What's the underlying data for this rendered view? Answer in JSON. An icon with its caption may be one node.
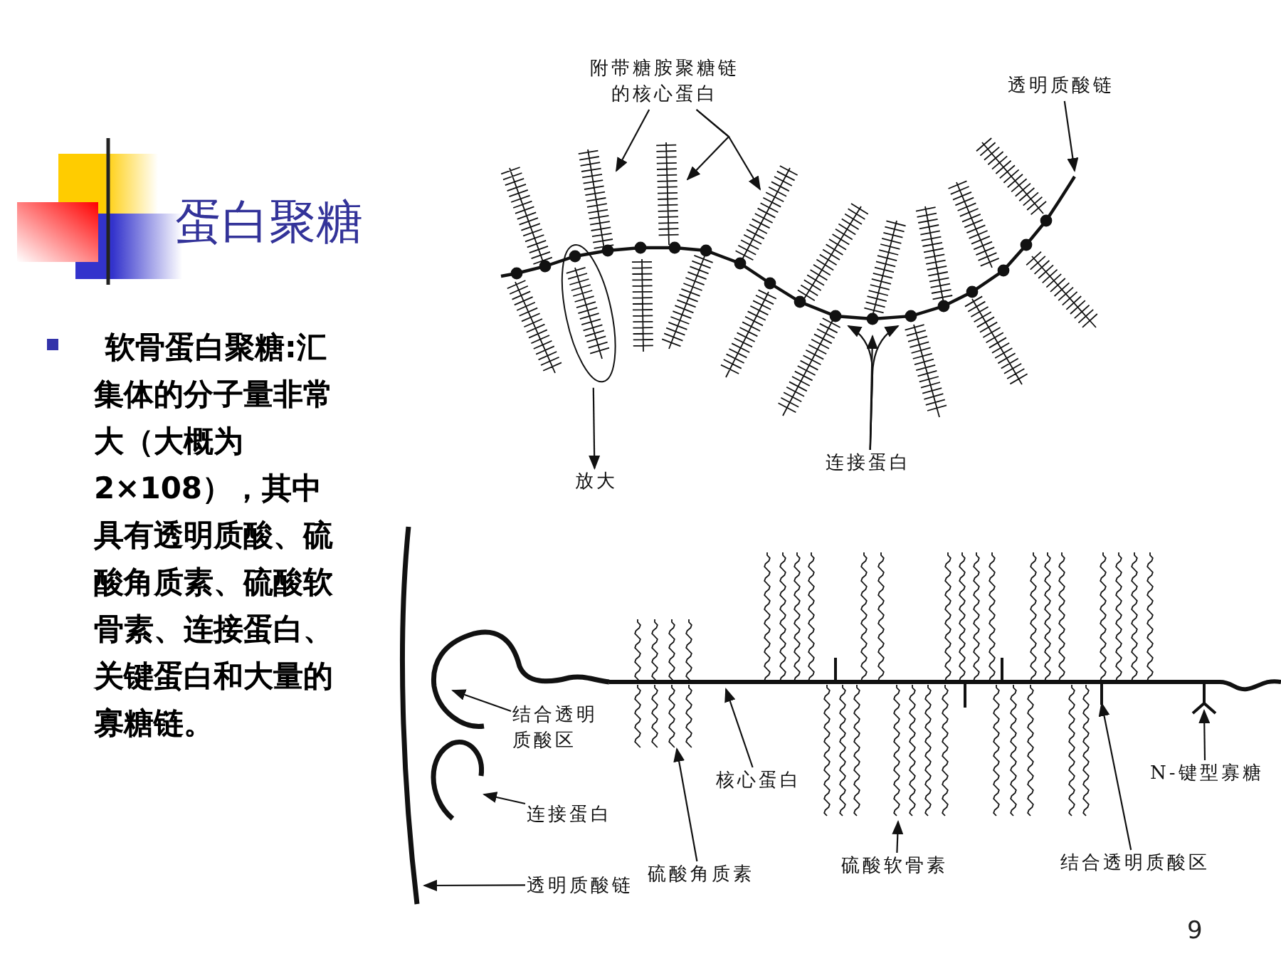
{
  "diagram": {
    "title": "蛋白聚糖",
    "nodes": [
      {
        "text": [
          "附带糖胺聚糖链的核心蛋白"
        ]
      },
      {
        "text": [
          "透明质酸链"
        ]
      },
      {
        "text": [],
        "shape": "picture"
      },
      {
        "text": [],
        "shape": "ellipse",
        "in": 2
      },
      {
        "text": [
          "放大"
        ]
      },
      {
        "text": [
          "连接蛋白"
        ]
      },
      {
        "text": [
          "结合透明质酸区"
        ]
      },
      {
        "text": [
          "连接蛋白"
        ]
      },
      {
        "text": [
          "透明质酸链"
        ]
      },
      {
        "text": [
          "硫酸角质素"
        ]
      },
      {
        "text": [
          "核心蛋白"
        ]
      },
      {
        "text": [
          "硫酸软骨素"
        ]
      },
      {
        "text": [
          "结合透明质酸区"
        ]
      },
      {
        "text": [
          "N-键型寡糖"
        ]
      },
      {
        "text": [],
        "shape": "picture"
      },
      {
        "text": [],
        "shape": "line"
      },
      {
        "text": [],
        "shape": "line"
      },
      {
        "text": [],
        "shape": "picture"
      }
    ],
    "edges": [
      {
        "from": 0,
        "to": 2,
        "arrow": "to"
      },
      {
        "from": 0,
        "to": 2,
        "arrow": "to"
      },
      {
        "from": 0,
        "to": 2,
        "arrow": "to"
      },
      {
        "from": 1,
        "to": 2,
        "arrow": "to"
      },
      {
        "from": 3,
        "to": 4,
        "arrow": "to"
      },
      {
        "from": 5,
        "to": 2,
        "arrow": "to"
      },
      {
        "from": 5,
        "to": 2,
        "arrow": "to"
      },
      {
        "from": 5,
        "to": 2,
        "arrow": "to"
      },
      {
        "from": 6,
        "to": null,
        "arrow": "to"
      },
      {
        "from": 7,
        "to": null,
        "arrow": "to"
      },
      {
        "from": 8,
        "to": null,
        "arrow": "to"
      },
      {
        "from": 9,
        "to": 14,
        "arrow": "to"
      },
      {
        "from": 10,
        "to": 15,
        "arrow": "to"
      },
      {
        "from": 11,
        "to": null,
        "arrow": "to"
      },
      {
        "from": 12,
        "to": 16,
        "arrow": "to"
      },
      {
        "from": 13,
        "to": 17,
        "arrow": "to"
      }
    ],
    "labels": [
      "软骨蛋白聚糖:汇集体的分子量非常大（大概为2×108），其中具有透明质酸、硫酸角质素、硫酸软骨素、连接蛋白、关键蛋白和大量的寡糖链。",
      "9"
    ]
  }
}
